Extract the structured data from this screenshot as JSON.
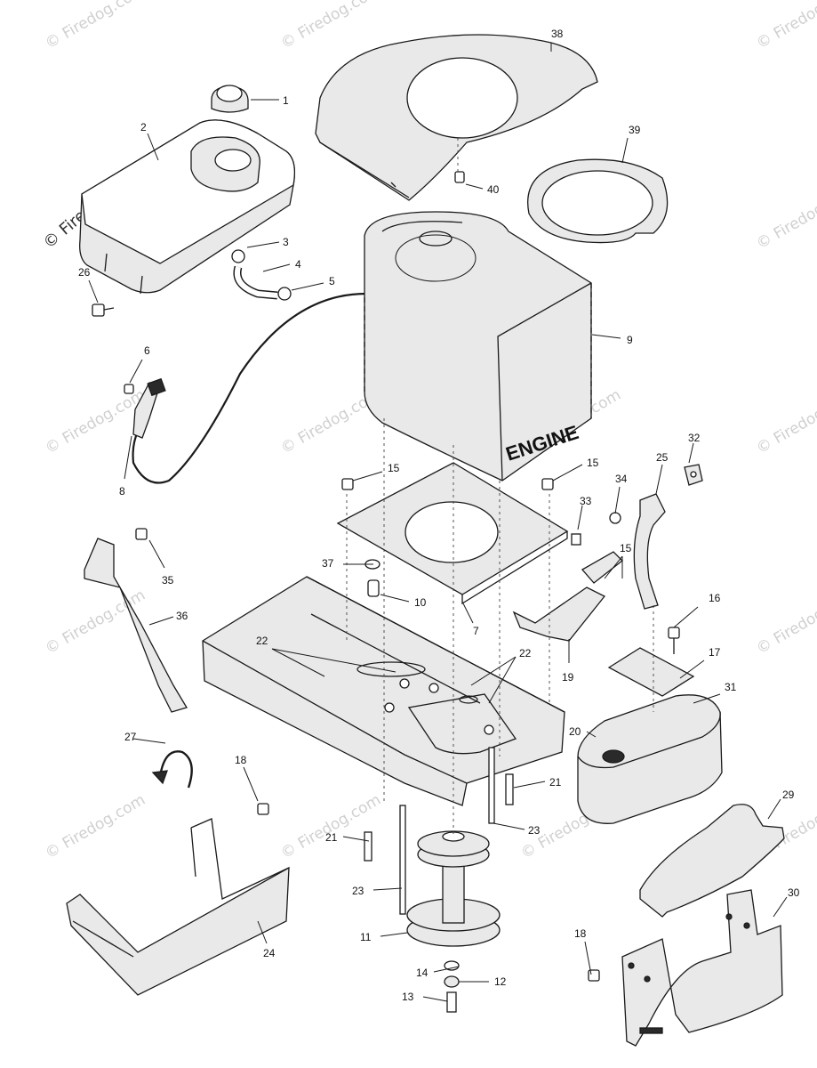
{
  "watermark": "© Firedog.com",
  "engine_label": "ENGINE",
  "callouts": {
    "c1": "1",
    "c2": "2",
    "c3": "3",
    "c4": "4",
    "c5": "5",
    "c6": "6",
    "c7": "7",
    "c8": "8",
    "c9": "9",
    "c10": "10",
    "c11": "11",
    "c12": "12",
    "c13": "13",
    "c14": "14",
    "c15a": "15",
    "c15b": "15",
    "c15c": "15",
    "c16": "16",
    "c17": "17",
    "c18a": "18",
    "c18b": "18",
    "c19": "19",
    "c20": "20",
    "c21a": "21",
    "c21b": "21",
    "c22a": "22",
    "c22b": "22",
    "c23a": "23",
    "c23b": "23",
    "c24": "24",
    "c25": "25",
    "c26": "26",
    "c27": "27",
    "c29": "29",
    "c30": "30",
    "c31": "31",
    "c32": "32",
    "c33": "33",
    "c34": "34",
    "c35": "35",
    "c36": "36",
    "c37": "37",
    "c38": "38",
    "c39": "39",
    "c40": "40"
  }
}
